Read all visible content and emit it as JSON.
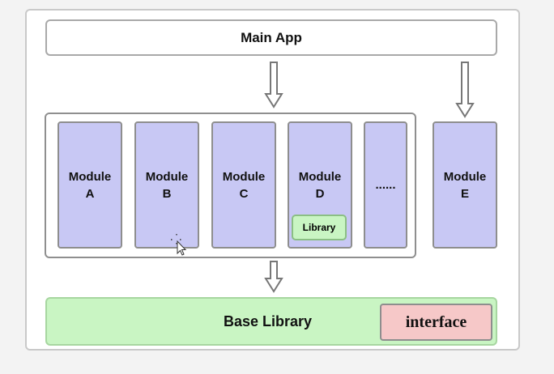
{
  "diagram": {
    "main_app": "Main App",
    "modules": [
      {
        "line1": "Module",
        "line2": "A"
      },
      {
        "line1": "Module",
        "line2": "B"
      },
      {
        "line1": "Module",
        "line2": "C"
      },
      {
        "line1": "Module",
        "line2": "D"
      },
      {
        "line1": "......",
        "line2": ""
      }
    ],
    "module_e": {
      "line1": "Module",
      "line2": "E"
    },
    "module_d_library": "Library",
    "base_library": "Base Library",
    "interface": "interface"
  },
  "colors": {
    "module_fill": "#c8c8f4",
    "library_fill": "#c9f5c3",
    "interface_fill": "#f6c8c8"
  }
}
